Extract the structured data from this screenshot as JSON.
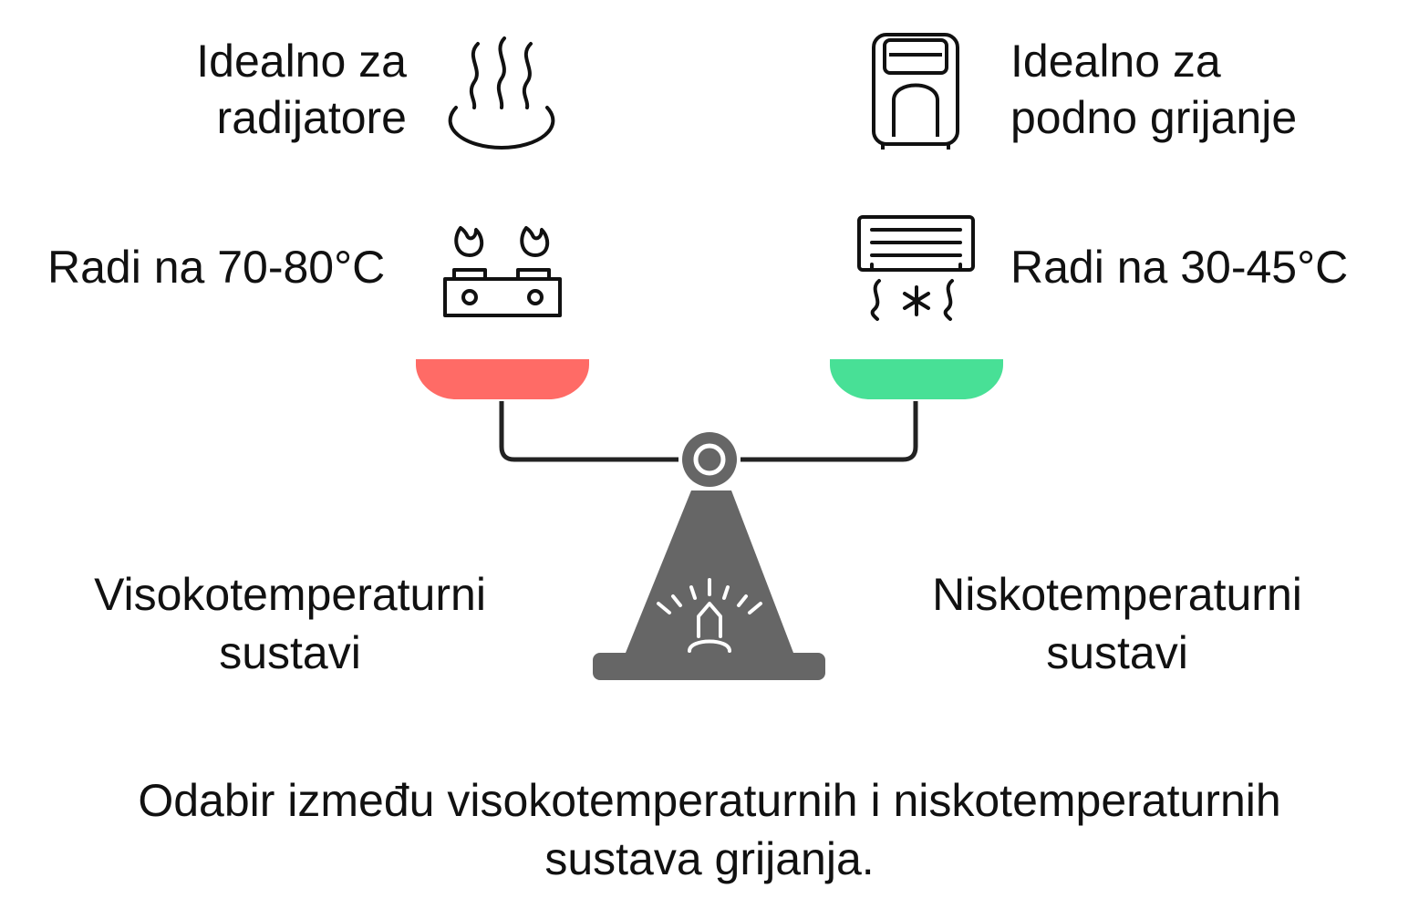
{
  "left": {
    "ideal_line1": "Idealno za",
    "ideal_line2": "radijatore",
    "temp": "Radi na 70-80°C",
    "title_line1": "Visokotemperaturni",
    "title_line2": "sustavi",
    "pan_color": "#ff6b66",
    "icons": [
      "steam-icon",
      "gas-stove-icon"
    ]
  },
  "right": {
    "ideal_line1": "Idealno za",
    "ideal_line2": "podno grijanje",
    "temp": "Radi na 30-45°C",
    "title_line1": "Niskotemperaturni",
    "title_line2": "sustavi",
    "pan_color": "#48e096",
    "icons": [
      "heater-icon",
      "air-conditioner-icon"
    ]
  },
  "scale": {
    "body_color": "#666666",
    "line_color": "#222222"
  },
  "caption": {
    "line1": "Odabir između visokotemperaturnih i niskotemperaturnih",
    "line2": "sustava grijanja."
  }
}
